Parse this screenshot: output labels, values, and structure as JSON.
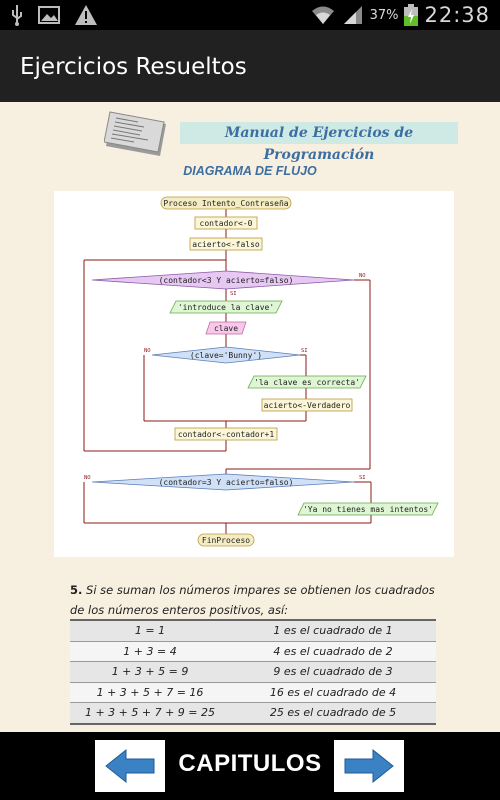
{
  "status_bar": {
    "icons": [
      "usb-icon",
      "image-icon",
      "warning-icon",
      "wifi-icon",
      "signal-icon",
      "battery-charging-icon"
    ],
    "battery": "37%",
    "time": "22:38"
  },
  "action_bar": {
    "title": "Ejercicios Resueltos"
  },
  "header": {
    "manual_title": "Manual de Ejercicios de Programación",
    "book_icon": "book-icon"
  },
  "diagram": {
    "title": "DIAGRAMA DE FLUJO",
    "nodes": {
      "start": "Proceso Intento_Contraseña",
      "init_contador": "contador<-0",
      "init_acierto": "acierto<-falso",
      "loop_cond": "(contador<3 Y acierto=falso)",
      "prompt": "'introduce la clave'",
      "read_clave": "clave",
      "check_clave": "(clave='Bunny')",
      "correct_msg": "'la clave es correcta'",
      "set_acierto": "acierto<-Verdadero",
      "increment": "contador<-contador+1",
      "final_cond": "(contador=3 Y acierto=falso)",
      "fail_msg": "'Ya no tienes mas intentos'",
      "end": "FinProceso"
    },
    "labels": {
      "si": "SI",
      "no": "NO"
    }
  },
  "exercise": {
    "number": "5.",
    "text": "Si se suman los números impares se obtienen los cuadrados de los números enteros positivos, así:",
    "rows": [
      {
        "sum": "1 = 1",
        "desc": "1 es el cuadrado de 1"
      },
      {
        "sum": "1 + 3 = 4",
        "desc": "4 es el cuadrado de 2"
      },
      {
        "sum": "1 + 3 + 5 = 9",
        "desc": "9 es el cuadrado de 3"
      },
      {
        "sum": "1 + 3 + 5 + 7 = 16",
        "desc": "16 es el cuadrado de 4"
      },
      {
        "sum": "1 + 3 + 5 + 7 + 9 = 25",
        "desc": "25 es el cuadrado de 5"
      }
    ]
  },
  "navigation": {
    "center_label": "CAPITULOS",
    "prev_icon": "arrow-left-icon",
    "next_icon": "arrow-right-icon",
    "arrow_color": "#3b82c4"
  }
}
